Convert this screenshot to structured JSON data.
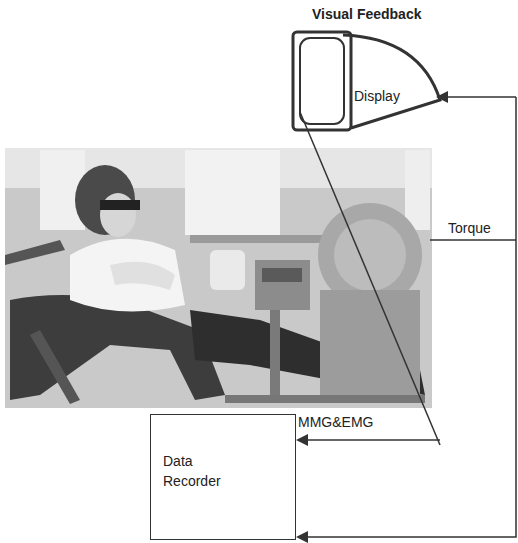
{
  "diagram": {
    "nodes": [
      {
        "text": [
          "Visual Feedback",
          "Display"
        ]
      },
      {
        "text": [
          "Data Recorder"
        ]
      }
    ],
    "labels": [
      "Torque",
      "MMG&EMG"
    ]
  }
}
